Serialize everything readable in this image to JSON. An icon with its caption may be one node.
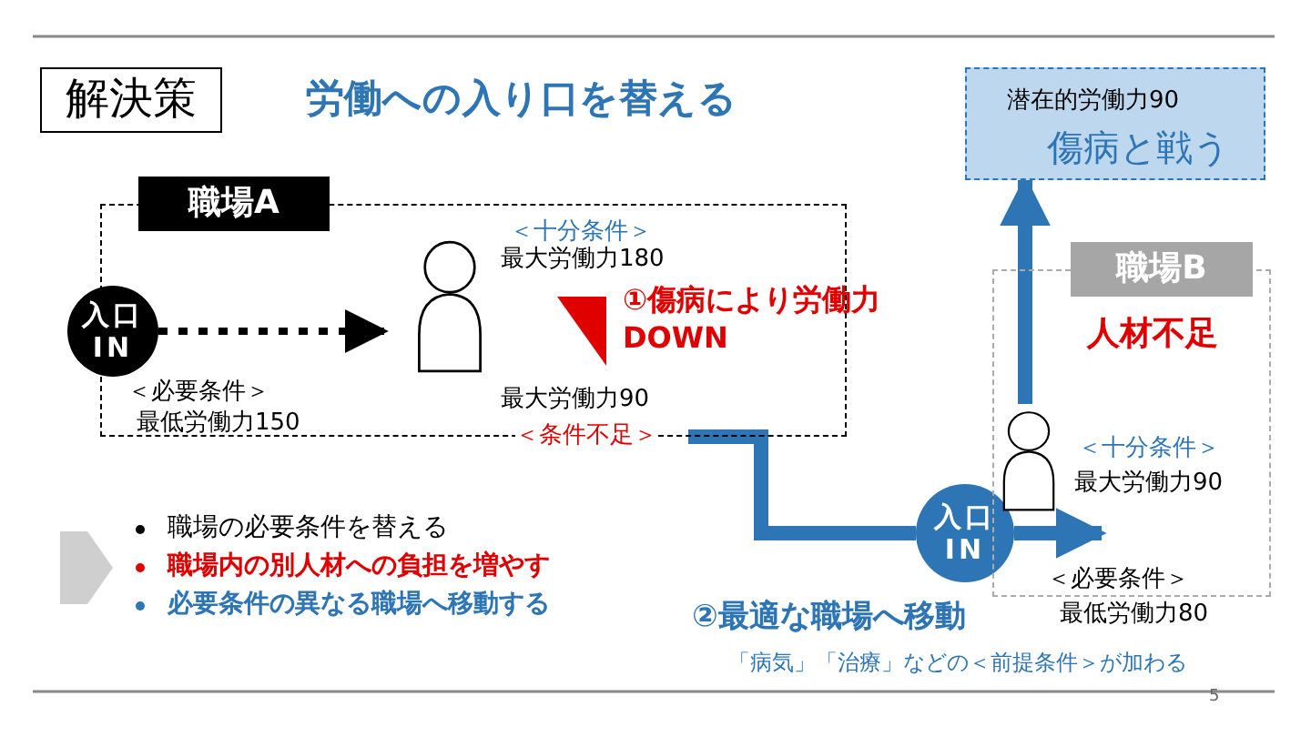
{
  "diagram": {
    "title": "労働への入り口を替える",
    "nodes": [
      {
        "text": [
          "解決策"
        ]
      },
      {
        "text": [
          "職場A"
        ]
      },
      {
        "text": [
          "入口 IN"
        ]
      },
      {
        "text": [],
        "shape": "person",
        "in": 1,
        "beside": [
          "＜十分条件＞",
          "最大労働力180",
          "最大労働力90",
          "＜条件不足＞"
        ]
      },
      {
        "text": [
          "職場B",
          "人材不足"
        ]
      },
      {
        "text": [
          "入口 IN"
        ]
      },
      {
        "text": [],
        "shape": "person",
        "in": 4,
        "beside": [
          "＜十分条件＞",
          "最大労働力90"
        ]
      },
      {
        "text": [
          "潜在的労働力90",
          "傷病と戦う"
        ]
      }
    ],
    "edges": [
      {
        "from": 2,
        "to": 3,
        "arrow": "to",
        "style": "dashed",
        "color": "#000000"
      },
      {
        "from": 3,
        "to": 5,
        "arrow": "none"
      },
      {
        "from": 5,
        "to": 6,
        "arrow": "to"
      },
      {
        "from": 6,
        "to": 7,
        "arrow": "to"
      }
    ],
    "labels": [
      "①傷病により労働力 DOWN",
      "＜必要条件＞",
      "最低労働力150",
      "＜必要条件＞",
      "最低労働力80",
      "職場の必要条件を替える",
      "職場内の別人材への負担を増やす",
      "必要条件の異なる職場へ移動する",
      "②最適な職場へ移動",
      "「病気」「治療」などの＜前提条件＞が加わる",
      "5"
    ]
  }
}
